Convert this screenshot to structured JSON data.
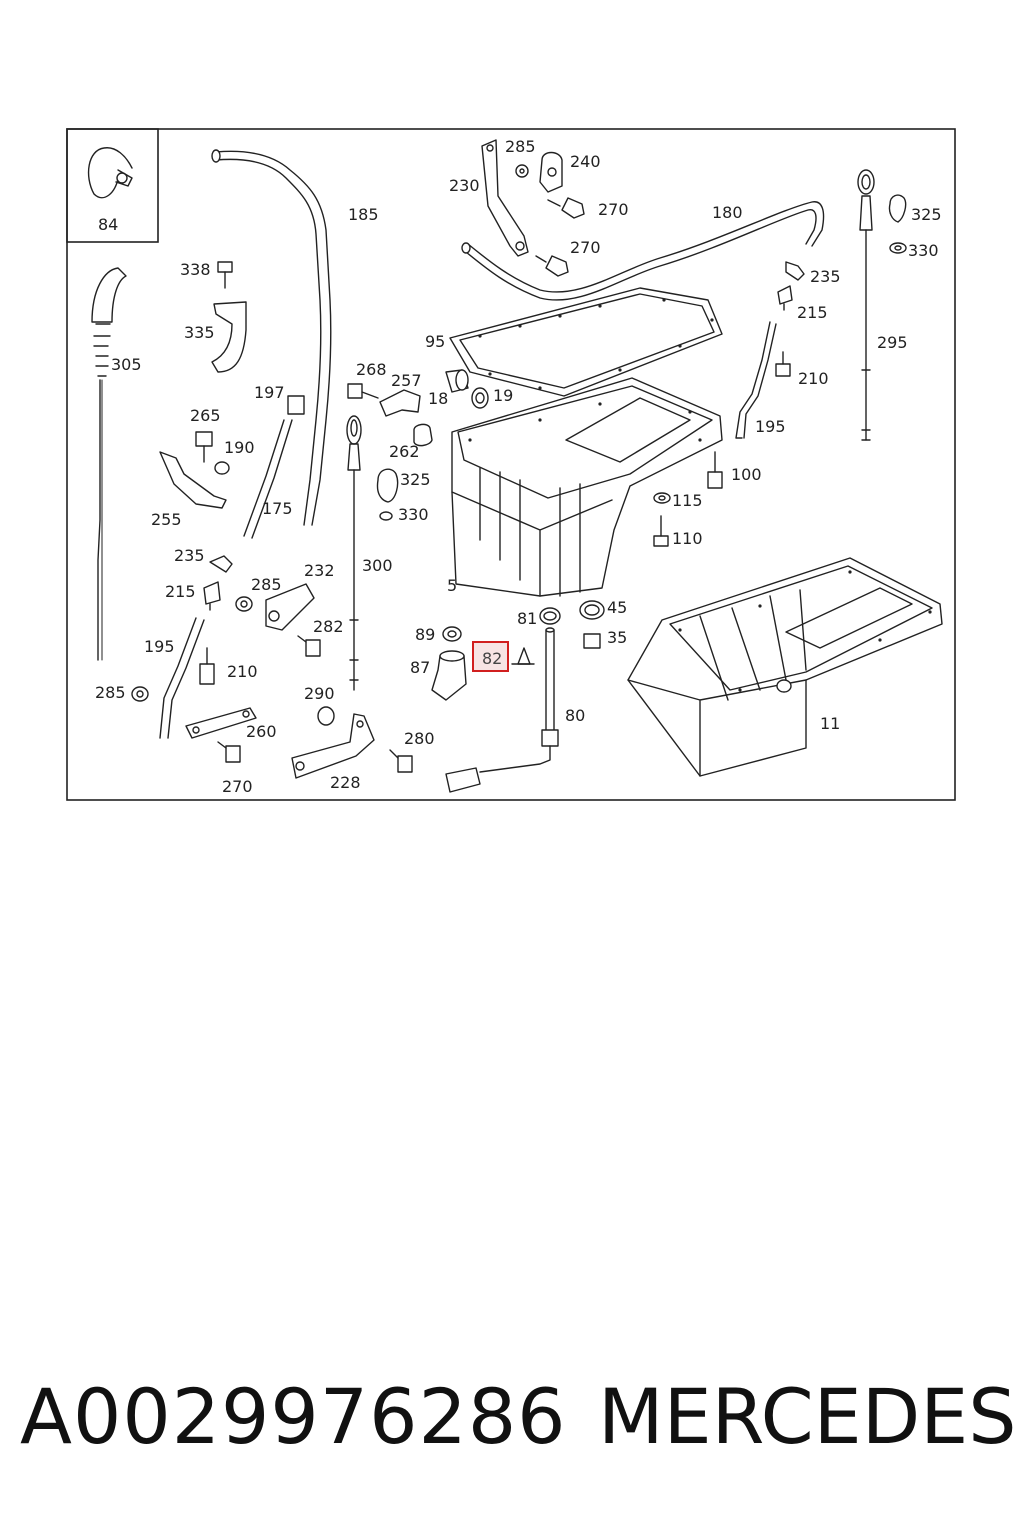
{
  "diagram": {
    "inset_label": "84",
    "highlight_label": "82",
    "labels": {
      "l185": "185",
      "l285a": "285",
      "l240": "240",
      "l230": "230",
      "l270a": "270",
      "l180": "180",
      "l270b": "270",
      "l325a": "325",
      "l330a": "330",
      "l338": "338",
      "l235a": "235",
      "l215a": "215",
      "l335": "335",
      "l95": "95",
      "l295": "295",
      "l305": "305",
      "l268": "268",
      "l257": "257",
      "l210a": "210",
      "l197": "197",
      "l18": "18",
      "l19": "19",
      "l265": "265",
      "l195a": "195",
      "l190": "190",
      "l262": "262",
      "l100": "100",
      "l325b": "325",
      "l115": "115",
      "l175": "175",
      "l330b": "330",
      "l255": "255",
      "l110": "110",
      "l235b": "235",
      "l300": "300",
      "l232": "232",
      "l5": "5",
      "l215b": "215",
      "l285b": "285",
      "l81": "81",
      "l45": "45",
      "l282": "282",
      "l89": "89",
      "l35": "35",
      "l195b": "195",
      "l210b": "210",
      "l87": "87",
      "l285c": "285",
      "l290": "290",
      "l80": "80",
      "l11": "11",
      "l260": "260",
      "l280": "280",
      "l270c": "270",
      "l228": "228"
    }
  },
  "footer": {
    "part_number": "A0029976286",
    "brand": "MERCEDES"
  }
}
